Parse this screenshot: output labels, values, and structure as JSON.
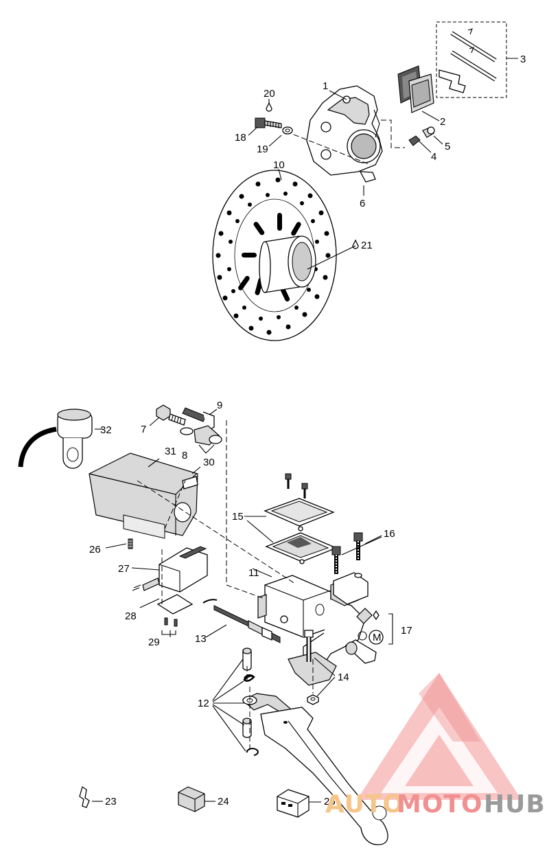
{
  "callouts": [
    "1",
    "2",
    "3",
    "4",
    "5",
    "6",
    "7",
    "8",
    "9",
    "10",
    "11",
    "12",
    "13",
    "14",
    "15",
    "16",
    "17",
    "18",
    "19",
    "20",
    "21",
    "23",
    "24",
    "25",
    "26",
    "27",
    "28",
    "29",
    "30",
    "31",
    "32"
  ],
  "watermark": {
    "part1": "AUTO",
    "part2": "MOTO",
    "part3": "HUB",
    "colors": {
      "auto": "#f6c58a",
      "moto": "#f09090",
      "hub": "#9a9a9a",
      "logo": "#f08080"
    }
  }
}
